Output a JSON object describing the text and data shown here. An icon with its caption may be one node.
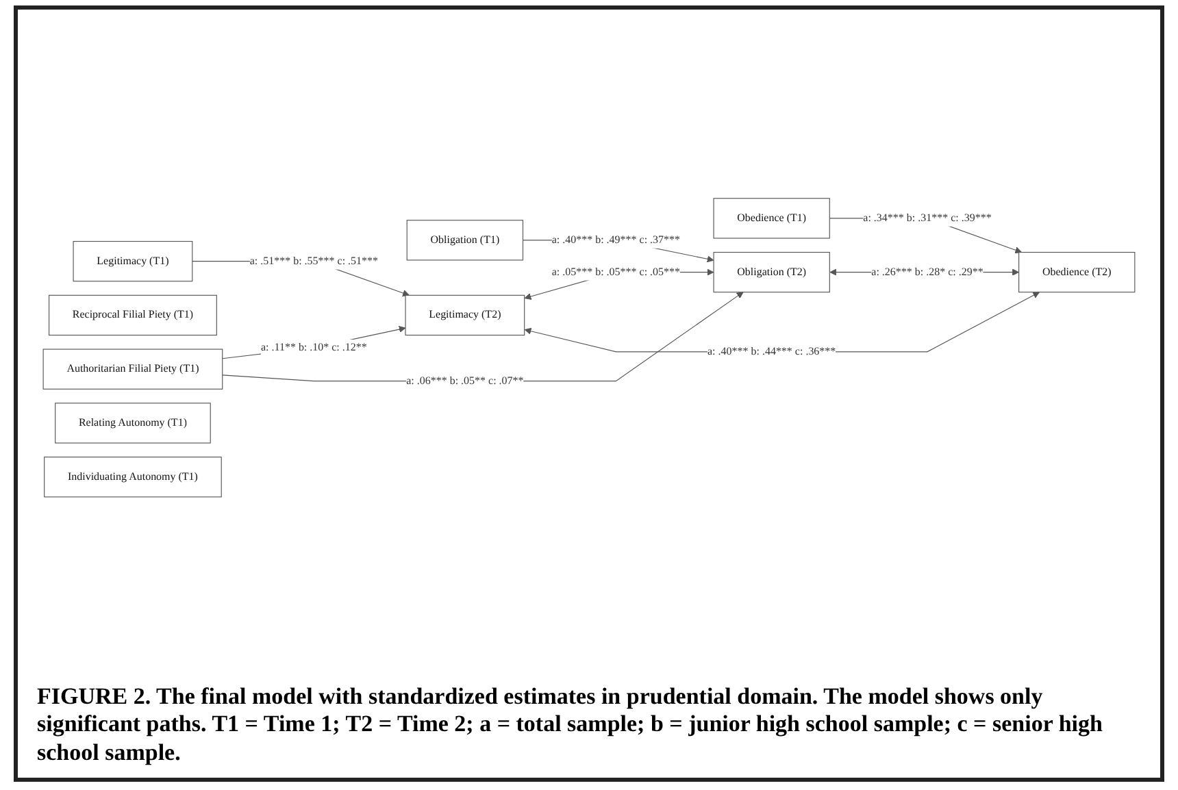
{
  "diagram": {
    "caption": "FIGURE 2. The final model with standardized estimates in prudential domain. The model shows only significant paths. T1 = Time 1; T2 = Time 2; a = total sample; b = junior high school sample; c = senior high school sample.",
    "nodes": [
      {
        "text": [
          "Obedience (T1)"
        ]
      },
      {
        "text": [
          "Legitimacy (T1)"
        ]
      },
      {
        "text": [
          "Reciprocal Filial Piety (T1)"
        ]
      },
      {
        "text": [
          "Authoritarian Filial Piety (T1)"
        ]
      },
      {
        "text": [
          "Relating Autonomy (T1)"
        ]
      },
      {
        "text": [
          "Individuating Autonomy (T1)"
        ]
      },
      {
        "text": [
          "Obligation (T1)"
        ]
      },
      {
        "text": [
          "Legitimacy (T2)"
        ]
      },
      {
        "text": [
          "Obligation (T2)"
        ]
      },
      {
        "text": [
          "Obedience (T2)"
        ]
      }
    ],
    "edges": [
      {
        "from": 0,
        "to": 9,
        "arrow": "to",
        "label": "a: .34*** b: .31*** c: .39***"
      },
      {
        "from": 1,
        "to": 7,
        "arrow": "to",
        "label": "a: .51*** b: .55*** c: .51***"
      },
      {
        "from": 3,
        "to": 7,
        "arrow": "to",
        "label": "a: .11** b: .10* c: .12**"
      },
      {
        "from": 3,
        "to": 8,
        "arrow": "to",
        "label": "a: .06*** b: .05** c: .07**"
      },
      {
        "from": 6,
        "to": 8,
        "arrow": "to",
        "label": "a: .40*** b: .49*** c: .37***"
      },
      {
        "from": 7,
        "to": 8,
        "arrow": "both",
        "label": "a: .05*** b: .05*** c: .05***"
      },
      {
        "from": 7,
        "to": 9,
        "arrow": "both",
        "label": "a: .40*** b: .44*** c: .36***"
      },
      {
        "from": 8,
        "to": 9,
        "arrow": "both",
        "label": "a: .26*** b: .28* c: .29**"
      }
    ]
  }
}
